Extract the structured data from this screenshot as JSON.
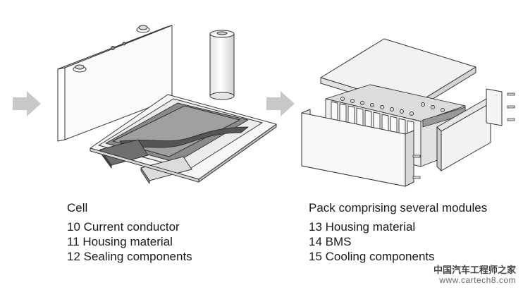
{
  "cell_caption": {
    "title": "Cell",
    "items": [
      "10 Current conductor",
      "11 Housing material",
      "12 Sealing components"
    ]
  },
  "pack_caption": {
    "title": "Pack comprising several modules",
    "items": [
      "13 Housing material",
      "14 BMS",
      "15 Cooling components"
    ]
  },
  "watermark": {
    "line1": "中国汽车工程师之家",
    "line2": "www.cartech8.com"
  },
  "colors": {
    "arrow": "#c8c8c8",
    "outline": "#333333",
    "light_fill": "#f2f2f2",
    "dark_fill": "#6a6a6a"
  }
}
